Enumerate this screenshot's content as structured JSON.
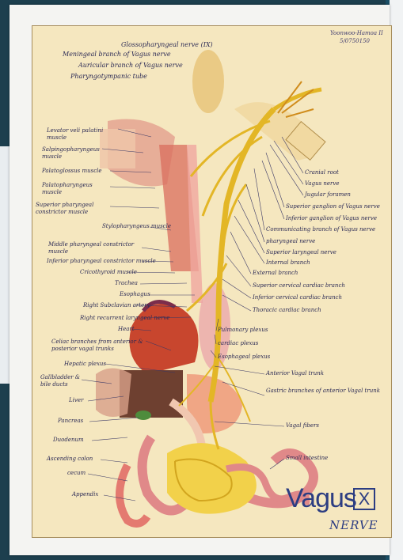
{
  "author": {
    "name": "Yoonwoo-Hamoa II",
    "id": "5/0750150"
  },
  "title": {
    "main": "Vagus",
    "numeral": "X",
    "sub": "NERVE"
  },
  "labels_top": [
    "Glossopharyngeal nerve (IX)",
    "Meningeal branch of Vagus nerve",
    "Auricular branch of Vagus nerve",
    "Pharyngotympanic tube"
  ],
  "labels_left": [
    "Levator veli palatini muscle",
    "Salpingopharyngeus muscle",
    "Palatoglossus muscle",
    "Palatopharyngeus muscle",
    "Superior pharyngeal constrictor muscle",
    "Stylopharyngeus muscle",
    "Middle pharyngeal constrictor muscle",
    "Inferior pharyngeal constrictor muscle",
    "Cricothyroid muscle",
    "Trachea",
    "Esophagus",
    "Right Subclavian artery",
    "Right recurrent laryngeal nerve",
    "Heart",
    "Celiac branches from anterior & posterior vagal trunks",
    "Hepatic plexus",
    "Gallbladder & bile ducts",
    "Liver",
    "Pancreas",
    "Duodenum",
    "Ascending colon",
    "cecum",
    "Appendix"
  ],
  "labels_right": [
    "Cranial root",
    "Vagus nerve",
    "Jugular foramen",
    "Superior ganglion of Vagus nerve",
    "Inferior ganglion of Vagus nerve",
    "Communicating branch of Vagus nerve",
    "pharyngeal nerve",
    "Superior laryngeal nerve",
    "Internal branch",
    "External branch",
    "Superior cervical cardiac branch",
    "Inferior cervical cardiac branch",
    "Thoracic cardiac branch",
    "Pulmonary plexus",
    "cardiac plexus",
    "Esophageal plexus",
    "Anterior Vagal trunk",
    "Gastric branches of anterior Vagal trunk",
    "Vagal fibers",
    "Small intestine"
  ],
  "colors": {
    "page_background": "#1d3f4e",
    "paper": "#f5e7bf",
    "nerve": "#e3b626",
    "ink": "#2b2a55",
    "title_ink": "#2c3d82"
  }
}
